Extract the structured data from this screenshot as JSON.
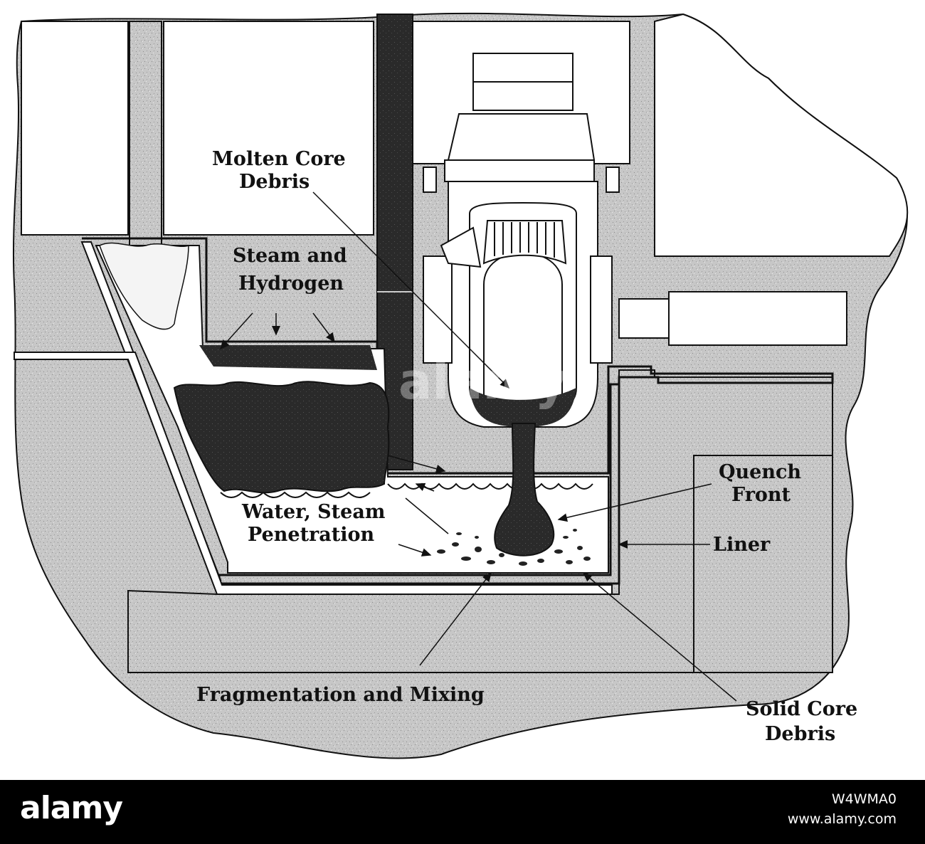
{
  "labels": {
    "molten_core_debris": [
      "Molten Core",
      "Debris"
    ],
    "steam_and_hydrogen": [
      "Steam and",
      "Hydrogen"
    ],
    "quench_front": [
      "Quench",
      "Front"
    ],
    "water_steam_penetration": [
      "Water, Steam",
      "Penetration"
    ],
    "liner": "Liner",
    "fragmentation_and_mixing": "Fragmentation and Mixing",
    "solid_core_debris": [
      "Solid Core",
      "Debris"
    ]
  },
  "watermark": {
    "brand": "alamy",
    "image_code": "W4WMA0",
    "site": "www.alamy.com"
  },
  "colors": {
    "concrete": "#c9c9c9",
    "dark_debris": "#151515",
    "liner": "#ffffff",
    "ink": "#111111"
  }
}
